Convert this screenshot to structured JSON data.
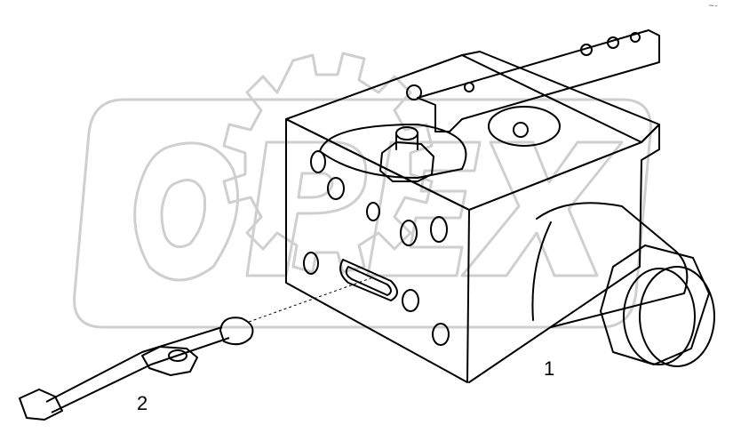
{
  "diagram": {
    "parts": [
      {
        "id": "1",
        "label": "1"
      },
      {
        "id": "2",
        "label": "2"
      }
    ],
    "corner_mark": "~-"
  },
  "watermark": {
    "text": "OPEX",
    "color": "#cfcfcf"
  },
  "colors": {
    "line": "#000000",
    "background": "#ffffff"
  }
}
